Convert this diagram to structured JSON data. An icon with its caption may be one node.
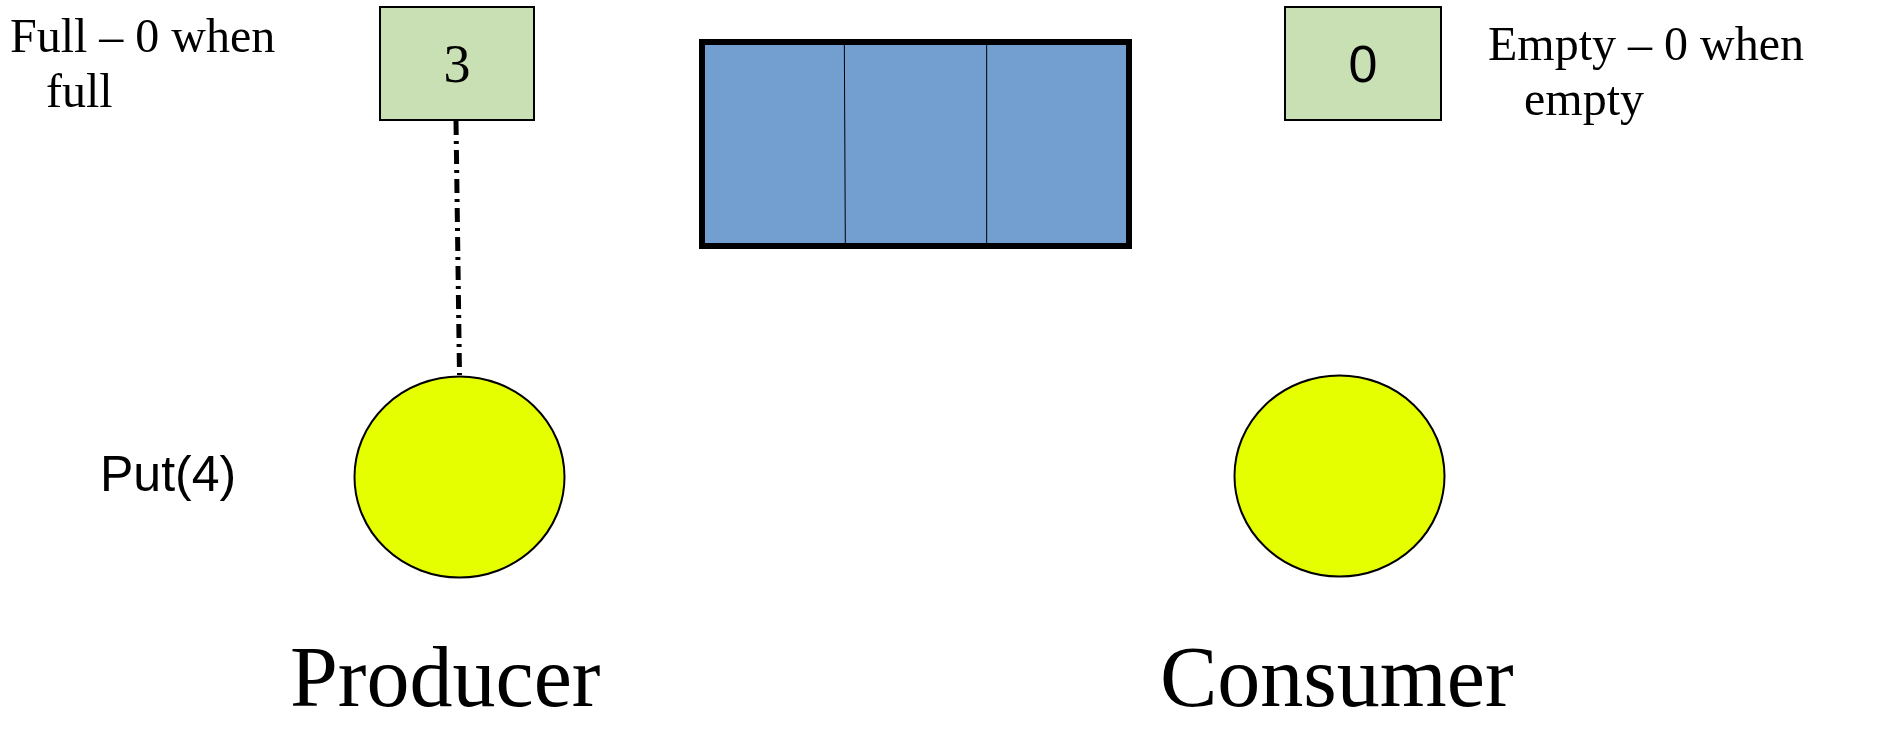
{
  "diagram": {
    "nodes": [
      {
        "text": [
          "3"
        ],
        "beside": [
          "Full – 0 when full"
        ]
      },
      {
        "text": [],
        "shape": "box"
      },
      {
        "text": [
          "0"
        ],
        "beside": [
          "Empty – 0 when empty"
        ]
      },
      {
        "text": [],
        "shape": "circle",
        "beside": [
          "Put(4)",
          "Producer"
        ]
      },
      {
        "text": [],
        "shape": "circle",
        "beside": [
          "Consumer"
        ]
      }
    ],
    "edges": [
      {
        "from": 0,
        "to": 3,
        "arrow": "none",
        "style": "dashed"
      }
    ]
  }
}
